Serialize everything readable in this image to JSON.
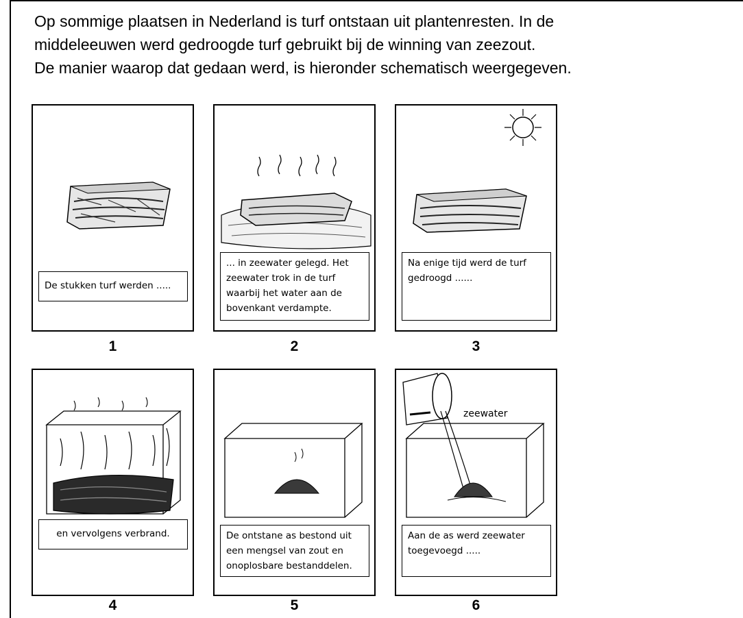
{
  "intro": {
    "lines": [
      "Op sommige plaatsen in Nederland is turf ontstaan uit plantenresten. In de",
      "middeleeuwen werd gedroogde turf gebruikt bij de winning van zeezout.",
      "De manier waarop dat gedaan werd, is hieronder schematisch weergegeven."
    ]
  },
  "panels": [
    {
      "number": "1",
      "caption": [
        "De stukken turf werden ....."
      ]
    },
    {
      "number": "2",
      "caption": [
        "... in zeewater gelegd. Het",
        "zeewater trok in de turf",
        "waarbij het water aan de",
        "bovenkant verdampte."
      ]
    },
    {
      "number": "3",
      "caption": [
        "Na enige tijd werd de turf",
        "gedroogd ......"
      ]
    },
    {
      "number": "4",
      "caption": [
        "en vervolgens verbrand."
      ]
    },
    {
      "number": "5",
      "caption": [
        "De ontstane as bestond uit",
        "een mengsel van zout en",
        "onoplosbare bestanddelen."
      ]
    },
    {
      "number": "6",
      "caption": [
        "Aan de as werd zeewater",
        "toegevoegd ....."
      ],
      "label": "zeewater"
    }
  ]
}
